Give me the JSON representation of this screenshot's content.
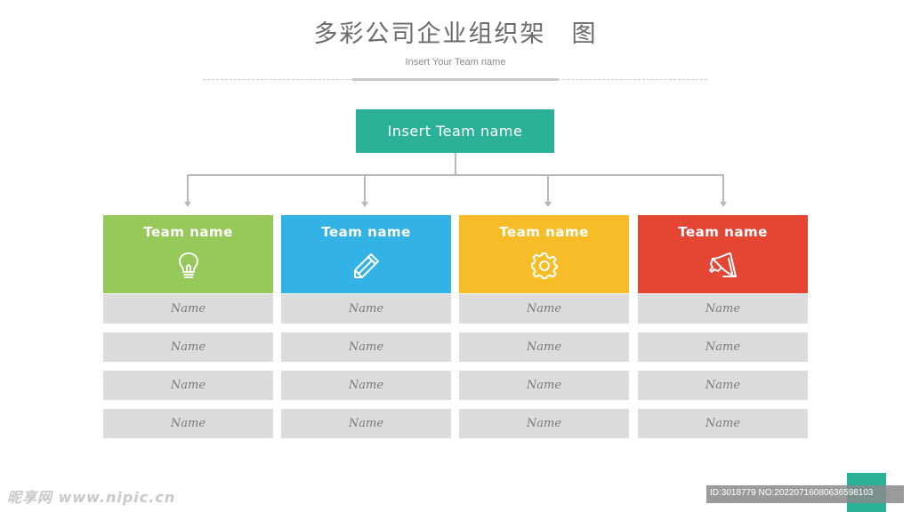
{
  "title": "多彩公司企业组织架　图",
  "subtitle": "Insert Your Team name",
  "root": {
    "label": "Insert Team name",
    "color": "#2bb197"
  },
  "teams": [
    {
      "label": "Team name",
      "color": "#97c85a",
      "icon": "lightbulb-icon",
      "members": [
        "Name",
        "Name",
        "Name",
        "Name"
      ]
    },
    {
      "label": "Team name",
      "color": "#33b2e6",
      "icon": "pencil-icon",
      "members": [
        "Name",
        "Name",
        "Name",
        "Name"
      ]
    },
    {
      "label": "Team name",
      "color": "#f6bd28",
      "icon": "gear-icon",
      "members": [
        "Name",
        "Name",
        "Name",
        "Name"
      ]
    },
    {
      "label": "Team name",
      "color": "#e54533",
      "icon": "megaphone-icon",
      "members": [
        "Name",
        "Name",
        "Name",
        "Name"
      ]
    }
  ],
  "watermark": {
    "left": "昵享网 www.nipic.cn",
    "id_text": "ID:3018779 NO:20220716080636598103"
  }
}
